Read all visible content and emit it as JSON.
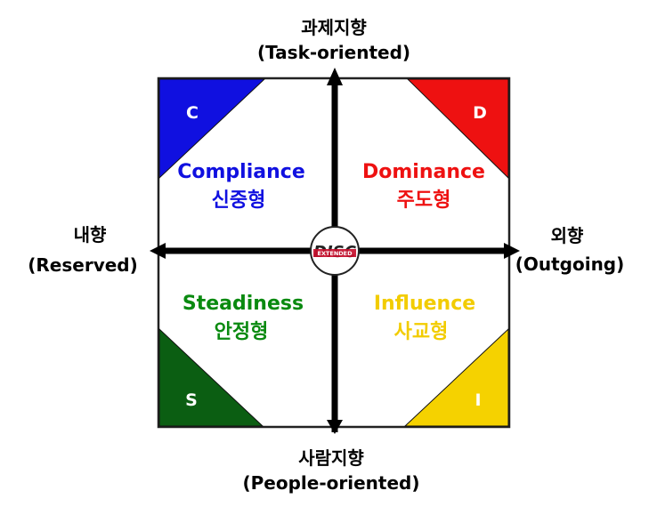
{
  "axes": {
    "top": {
      "korean": "과제지향",
      "english": "(Task-oriented)"
    },
    "bottom": {
      "korean": "사람지향",
      "english": "(People-oriented)"
    },
    "left": {
      "korean": "내향",
      "english": "(Reserved)"
    },
    "right": {
      "korean": "외향",
      "english": "(Outgoing)"
    }
  },
  "quadrants": {
    "c": {
      "letter": "C",
      "english": "Compliance",
      "korean": "신중형",
      "color": "#1010e0"
    },
    "d": {
      "letter": "D",
      "english": "Dominance",
      "korean": "주도형",
      "color": "#ee1111"
    },
    "s": {
      "letter": "S",
      "english": "Steadiness",
      "korean": "안정형",
      "color": "#0a7a10"
    },
    "i": {
      "letter": "I",
      "english": "Influence",
      "korean": "사교형",
      "color": "#f2cc00"
    }
  },
  "logo": {
    "text": "DISC",
    "subtext": "EXTENDED"
  }
}
